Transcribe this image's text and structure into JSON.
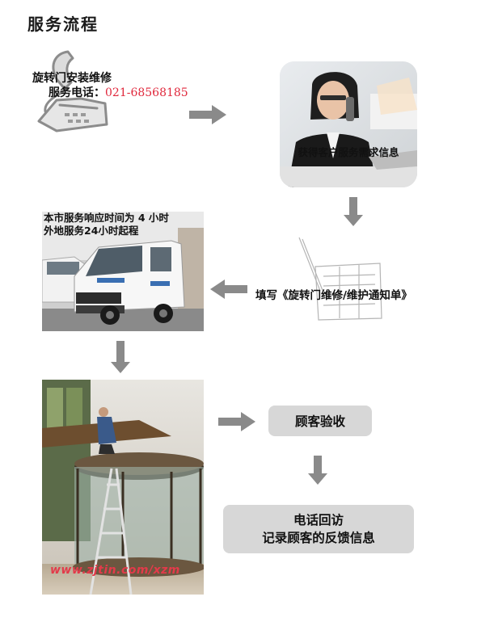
{
  "title": "服务流程",
  "step1": {
    "line1": "旋转门安装维修",
    "line2_label": "服务电话：",
    "phone": "021-68568185",
    "icon": "telephone-icon"
  },
  "step2": {
    "caption": "获得客户服务需求信息"
  },
  "step3": {
    "caption": "填写《旋转门维修/维护通知单》"
  },
  "step4": {
    "line1": "本市服务响应时间为 4 小时",
    "line2": "外地服务24小时起程"
  },
  "step5": {
    "watermark": "www.zjtin.com/xzm"
  },
  "step6": {
    "label": "顾客验收"
  },
  "step7": {
    "line1": "电话回访",
    "line2": "记录顾客的反馈信息"
  },
  "colors": {
    "arrow": "#8a8a8a",
    "box": "#d7d7d7",
    "phone_text": "#e0283c"
  }
}
